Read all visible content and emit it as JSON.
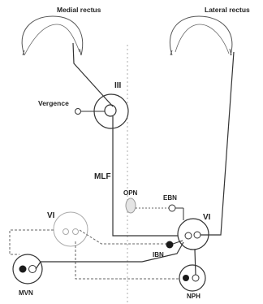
{
  "labels": {
    "medial_rectus": "Medial rectus",
    "lateral_rectus": "Lateral rectus",
    "nucleus_iii": "III",
    "vergence": "Vergence",
    "mlf": "MLF",
    "opn": "OPN",
    "ebn": "EBN",
    "vi_left": "VI",
    "vi_right": "VI",
    "ibn": "IBN",
    "mvn": "MVN",
    "nph": "NPH"
  },
  "colors": {
    "line_solid": "#333333",
    "line_dashed": "#666666",
    "nucleus_faint": "#aaaaaa",
    "opn_fill": "#e4e4e4",
    "filled_neuron": "#1a1a1a"
  }
}
